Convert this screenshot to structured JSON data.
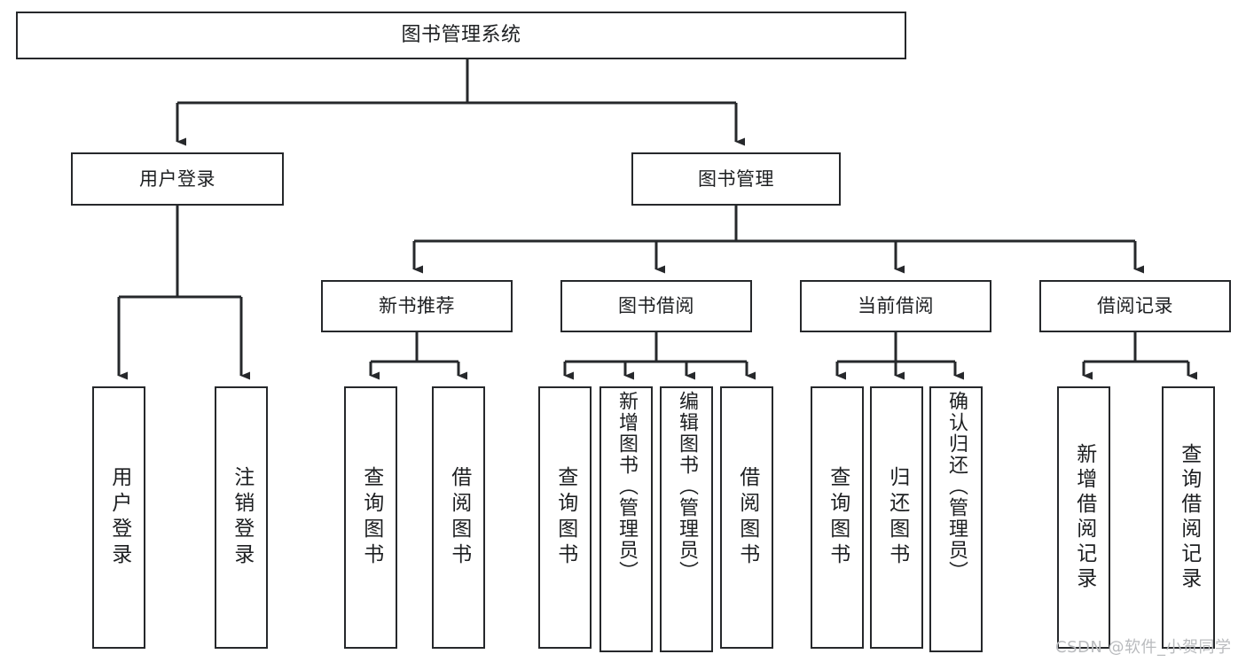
{
  "diagram": {
    "title": "图书管理系统",
    "type": "functional-structure-tree",
    "watermark": "CSDN @软件_小贺同学",
    "colors": {
      "border": "#26282b",
      "background": "#ffffff",
      "text": "#1d1f21",
      "edge": "#26282b",
      "watermark": "#b9bbbe"
    },
    "levels": {
      "root": "图书管理系统",
      "level2": [
        "用户登录",
        "图书管理"
      ],
      "level3": [
        "新书推荐",
        "图书借阅",
        "当前借阅",
        "借阅记录"
      ]
    },
    "nodes": {
      "root": {
        "label": "图书管理系统"
      },
      "user_login": {
        "label": "用户登录"
      },
      "book_manage": {
        "label": "图书管理"
      },
      "new_book_rec": {
        "label": "新书推荐"
      },
      "book_borrow": {
        "label": "图书借阅"
      },
      "current_borrow": {
        "label": "当前借阅"
      },
      "borrow_record": {
        "label": "借阅记录"
      },
      "leaf_user_login": {
        "label": "用户登录"
      },
      "leaf_logout": {
        "label": "注销登录"
      },
      "leaf_query_book_a": {
        "label": "查询图书"
      },
      "leaf_borrow_book_a": {
        "label": "借阅图书"
      },
      "leaf_query_book_b": {
        "label": "查询图书"
      },
      "leaf_add_book": {
        "label": "新增图书（管理员）"
      },
      "leaf_edit_book": {
        "label": "编辑图书（管理员）"
      },
      "leaf_borrow_book_b": {
        "label": "借阅图书"
      },
      "leaf_query_book_c": {
        "label": "查询图书"
      },
      "leaf_return_book": {
        "label": "归还图书"
      },
      "leaf_confirm_return": {
        "label": "确认归还（管理员）"
      },
      "leaf_add_record": {
        "label": "新增借阅记录"
      },
      "leaf_query_record": {
        "label": "查询借阅记录"
      }
    },
    "tree": [
      {
        "label": "图书管理系统",
        "children": [
          {
            "label": "用户登录",
            "children": [
              {
                "label": "用户登录"
              },
              {
                "label": "注销登录"
              }
            ]
          },
          {
            "label": "图书管理",
            "children": [
              {
                "label": "新书推荐",
                "children": [
                  {
                    "label": "查询图书"
                  },
                  {
                    "label": "借阅图书"
                  }
                ]
              },
              {
                "label": "图书借阅",
                "children": [
                  {
                    "label": "查询图书"
                  },
                  {
                    "label": "新增图书（管理员）"
                  },
                  {
                    "label": "编辑图书（管理员）"
                  },
                  {
                    "label": "借阅图书"
                  }
                ]
              },
              {
                "label": "当前借阅",
                "children": [
                  {
                    "label": "查询图书"
                  },
                  {
                    "label": "归还图书"
                  },
                  {
                    "label": "确认归还（管理员）"
                  }
                ]
              },
              {
                "label": "借阅记录",
                "children": [
                  {
                    "label": "新增借阅记录"
                  },
                  {
                    "label": "查询借阅记录"
                  }
                ]
              }
            ]
          }
        ]
      }
    ]
  }
}
